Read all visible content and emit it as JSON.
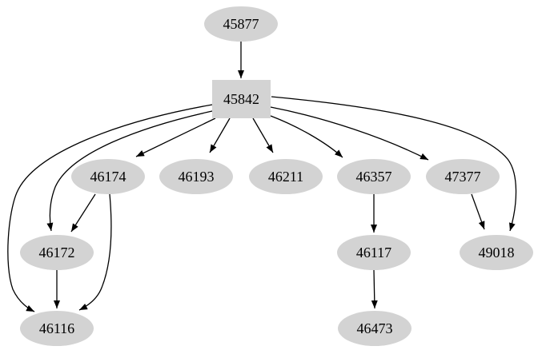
{
  "diagram": {
    "type": "directed-graph",
    "background_color": "#ffffff",
    "node_fill_color": "#d3d3d3",
    "edge_color": "#000000",
    "text_color": "#000000",
    "nodes": [
      {
        "id": "45877",
        "label": "45877",
        "shape": "ellipse"
      },
      {
        "id": "45842",
        "label": "45842",
        "shape": "box"
      },
      {
        "id": "46174",
        "label": "46174",
        "shape": "ellipse"
      },
      {
        "id": "46193",
        "label": "46193",
        "shape": "ellipse"
      },
      {
        "id": "46211",
        "label": "46211",
        "shape": "ellipse"
      },
      {
        "id": "46357",
        "label": "46357",
        "shape": "ellipse"
      },
      {
        "id": "47377",
        "label": "47377",
        "shape": "ellipse"
      },
      {
        "id": "46172",
        "label": "46172",
        "shape": "ellipse"
      },
      {
        "id": "46117",
        "label": "46117",
        "shape": "ellipse"
      },
      {
        "id": "49018",
        "label": "49018",
        "shape": "ellipse"
      },
      {
        "id": "46116",
        "label": "46116",
        "shape": "ellipse"
      },
      {
        "id": "46473",
        "label": "46473",
        "shape": "ellipse"
      }
    ],
    "edges": [
      {
        "from": "45877",
        "to": "45842"
      },
      {
        "from": "45842",
        "to": "46174"
      },
      {
        "from": "45842",
        "to": "46193"
      },
      {
        "from": "45842",
        "to": "46211"
      },
      {
        "from": "45842",
        "to": "46357"
      },
      {
        "from": "45842",
        "to": "47377"
      },
      {
        "from": "45842",
        "to": "46172"
      },
      {
        "from": "45842",
        "to": "46116"
      },
      {
        "from": "45842",
        "to": "49018"
      },
      {
        "from": "46174",
        "to": "46172"
      },
      {
        "from": "46174",
        "to": "46116"
      },
      {
        "from": "46172",
        "to": "46116"
      },
      {
        "from": "46357",
        "to": "46117"
      },
      {
        "from": "46117",
        "to": "46473"
      },
      {
        "from": "47377",
        "to": "49018"
      }
    ]
  }
}
